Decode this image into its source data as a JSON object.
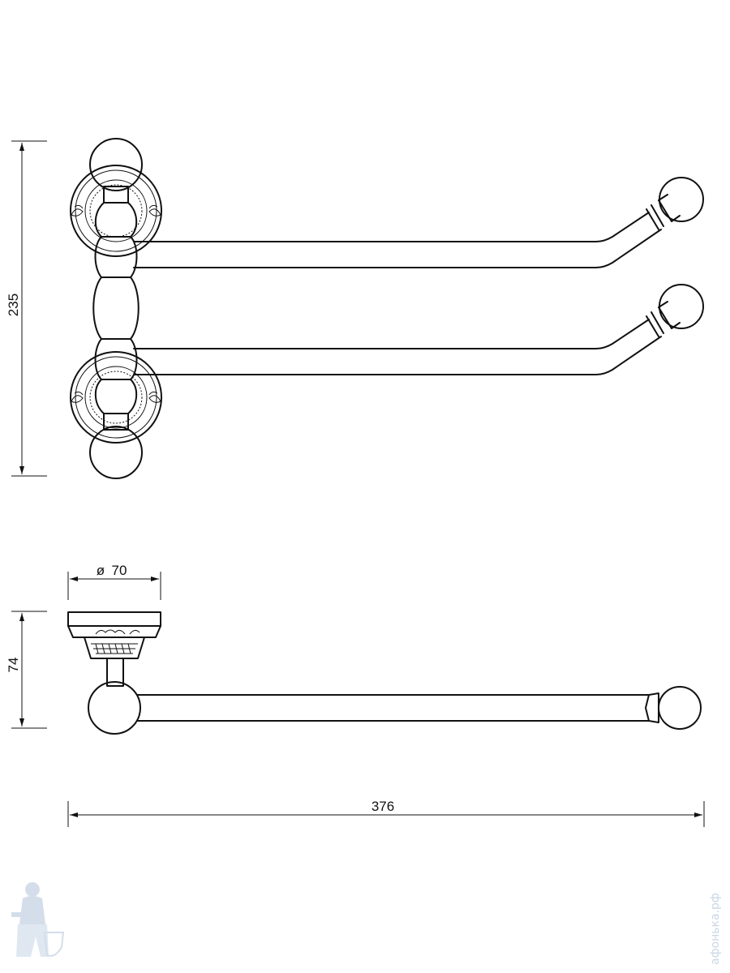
{
  "drawing": {
    "dimensions": {
      "height_front": "235",
      "diameter": "70",
      "diameter_symbol": "ø",
      "depth_side": "74",
      "length": "376"
    },
    "watermark": {
      "site_text": "афонька.рф",
      "logo": "plumber-mascot-logo"
    },
    "colors": {
      "line": "#111111",
      "watermark": "#c9d6e6"
    }
  }
}
